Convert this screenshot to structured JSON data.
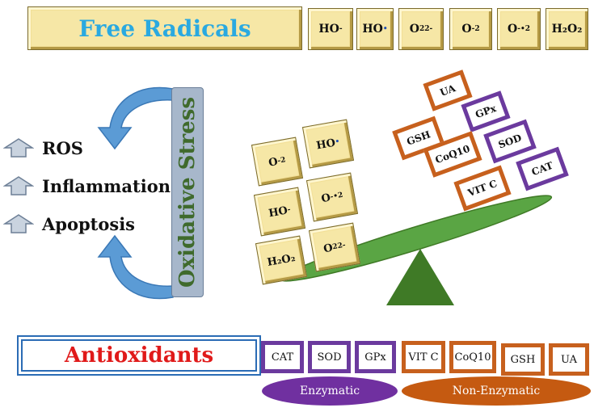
{
  "header": {
    "title": "Free Radicals",
    "species": [
      {
        "base": "HO",
        "sup": "-",
        "sub": ""
      },
      {
        "base": "HO",
        "sup": "•",
        "sub": ""
      },
      {
        "base": "O",
        "sup": "2-",
        "sub": "2"
      },
      {
        "base": "O",
        "sup": "-",
        "sub": "2"
      },
      {
        "base": "O",
        "sup": "-•",
        "sub": "2"
      },
      {
        "base": "H₂O₂",
        "sup": "",
        "sub": ""
      }
    ]
  },
  "left": {
    "items": [
      {
        "label": "ROS"
      },
      {
        "label": "Inflammation"
      },
      {
        "label": "Apoptosis"
      }
    ],
    "cycle_label": "Oxidative Stress"
  },
  "balance": {
    "radical_tiles": [
      {
        "base": "O",
        "sup": "-",
        "sub": "2"
      },
      {
        "base": "HO",
        "sup": "•",
        "sub": ""
      },
      {
        "base": "HO",
        "sup": "-",
        "sub": ""
      },
      {
        "base": "O",
        "sup": "-•",
        "sub": "2"
      },
      {
        "base": "H₂O₂",
        "sup": "",
        "sub": ""
      },
      {
        "base": "O",
        "sup": "2-",
        "sub": "2"
      }
    ],
    "antioxidant_tags": [
      {
        "label": "UA",
        "color": "#c7601d"
      },
      {
        "label": "GPx",
        "color": "#6b3a9e"
      },
      {
        "label": "GSH",
        "color": "#c7601d"
      },
      {
        "label": "CoQ10",
        "color": "#c7601d"
      },
      {
        "label": "SOD",
        "color": "#6b3a9e"
      },
      {
        "label": "CAT",
        "color": "#6b3a9e"
      },
      {
        "label": "VIT C",
        "color": "#c7601d"
      }
    ],
    "beam_color": "#5aa544",
    "fulcrum_color": "#3f7a26"
  },
  "footer": {
    "title": "Antioxidants",
    "enzymatic": [
      "CAT",
      "SOD",
      "GPx"
    ],
    "non_enzymatic": [
      "VIT C",
      "CoQ10",
      "GSH",
      "UA"
    ],
    "enzymatic_label": "Enzymatic",
    "non_enzymatic_label": "Non-Enzymatic",
    "enzymatic_color": "#6b3a9e",
    "non_enzymatic_color": "#c7601d"
  }
}
